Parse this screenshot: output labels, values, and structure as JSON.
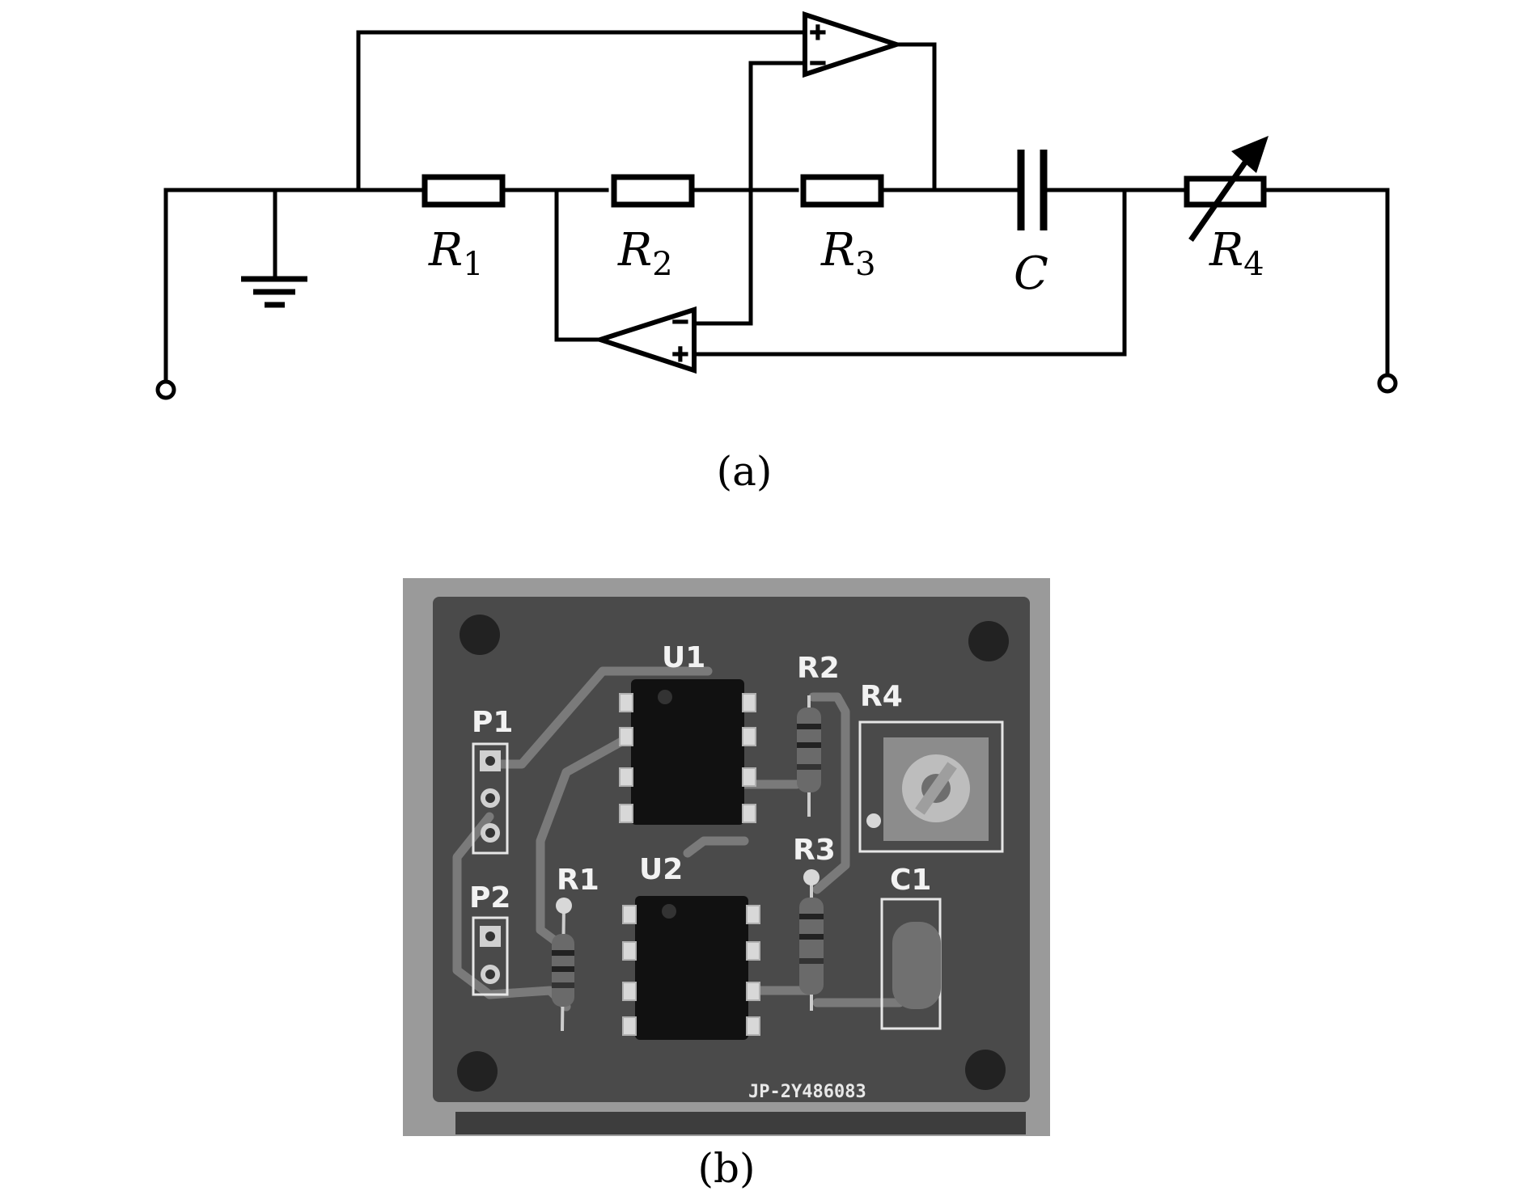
{
  "figure": {
    "panel_a": {
      "caption": "(a)",
      "components": [
        {
          "id": "R1",
          "symbol": "R",
          "subscript": "1"
        },
        {
          "id": "R2",
          "symbol": "R",
          "subscript": "2"
        },
        {
          "id": "R3",
          "symbol": "R",
          "subscript": "3"
        },
        {
          "id": "C",
          "symbol": "C",
          "subscript": ""
        },
        {
          "id": "R4",
          "symbol": "R",
          "subscript": "4"
        }
      ],
      "opamp_pin_signs": {
        "plus": "+",
        "minus": "−"
      }
    },
    "panel_b": {
      "caption": "(b)",
      "silkscreen": {
        "u1": "U1",
        "u2": "U2",
        "r1": "R1",
        "r2": "R2",
        "r3": "R3",
        "r4": "R4",
        "c1": "C1",
        "p1": "P1",
        "p2": "P2",
        "board_id": "JP-2Y486083"
      }
    }
  }
}
